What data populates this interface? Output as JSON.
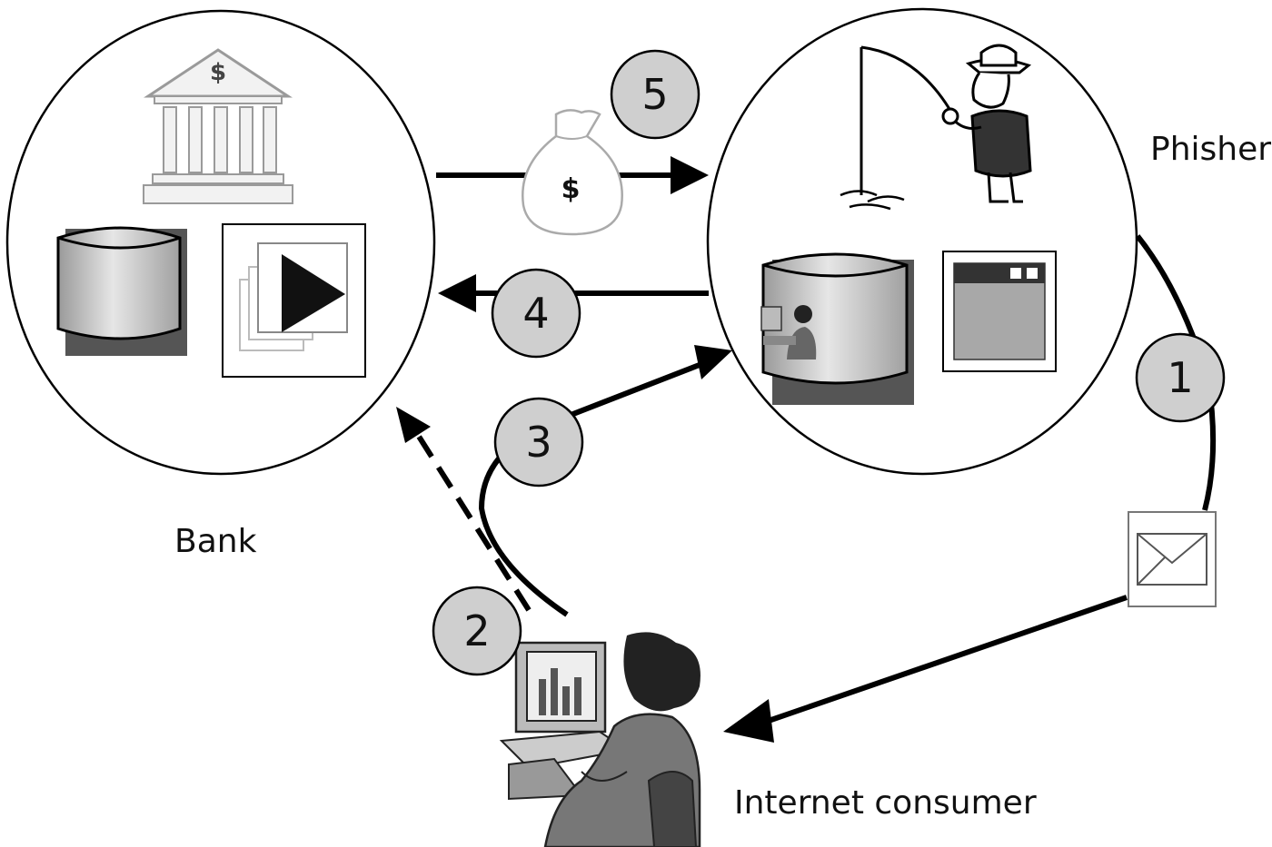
{
  "labels": {
    "bank": "Bank",
    "phisher": "Phisher",
    "consumer": "Internet consumer"
  },
  "steps": [
    "1",
    "2",
    "3",
    "4",
    "5"
  ],
  "bank_icon_symbol": "$",
  "money_bag_symbol": "$",
  "icons": {
    "bank": "bank-building-icon",
    "bank_database": "database-icon",
    "bank_media": "media-play-icon",
    "phisher_figure": "fisherman-icon",
    "phisher_database": "database-icon",
    "phisher_window": "browser-window-icon",
    "email": "envelope-icon",
    "money": "money-bag-icon",
    "consumer": "person-at-computer-icon"
  },
  "colors": {
    "step_fill": "#cfcfcf",
    "line": "#000000",
    "database_fill": "#c8c8c8",
    "database_shadow": "#555555"
  }
}
